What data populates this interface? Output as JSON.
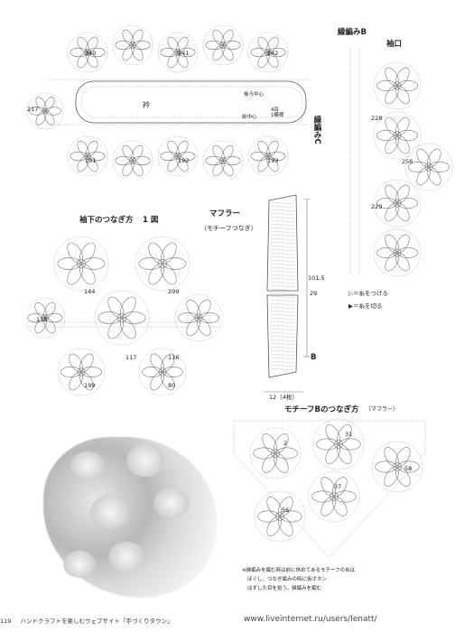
{
  "labels": {
    "edge_b": "縁編みB",
    "cuff": "袖口",
    "edge_c": "縁編みC",
    "collar": "衿",
    "sleeve_join": "袖下のつなぎ方",
    "figure": "1 図",
    "muffler": "マフラー",
    "muffler_sub": "（モチーフつなぎ）",
    "motif_b_join": "モチーフBのつなぎ方",
    "motif_b_join_sub": "（マフラー）",
    "dim_total": "101.5",
    "dim_part": "29",
    "dim_width": "12（4枚）",
    "b_marker": "B",
    "center_back": "後ろ中心",
    "front_center": "前中心",
    "half_row": "4目\n1模様",
    "legend_attach": "＝糸をつける",
    "legend_cut": "＝糸を切る",
    "note_line1": "※縁編みを編む時は前に休めてあるモチーフの糸は",
    "note_line2": "ほぐし、つなぎ編みの時に仮ボタン",
    "note_line3": "はずした目を拾う。縁編みを編む"
  },
  "motif_numbers": {
    "top_row": [
      "240",
      "241",
      "242"
    ],
    "bottom_row": [
      "191",
      "192",
      "193"
    ],
    "side": "217",
    "cuff": [
      "228",
      "256",
      "229"
    ],
    "sleeve": [
      "144",
      "299",
      "118",
      "117",
      "116",
      "199",
      "80"
    ],
    "muffler_b": [
      "2",
      "31",
      "58",
      "37",
      "56"
    ]
  },
  "footer": {
    "page": "119",
    "text": "ハンドクラフトを楽しむウェブサイト「手づくりタウン」",
    "url": "www.liveinternet.ru/users/lenatt/"
  }
}
